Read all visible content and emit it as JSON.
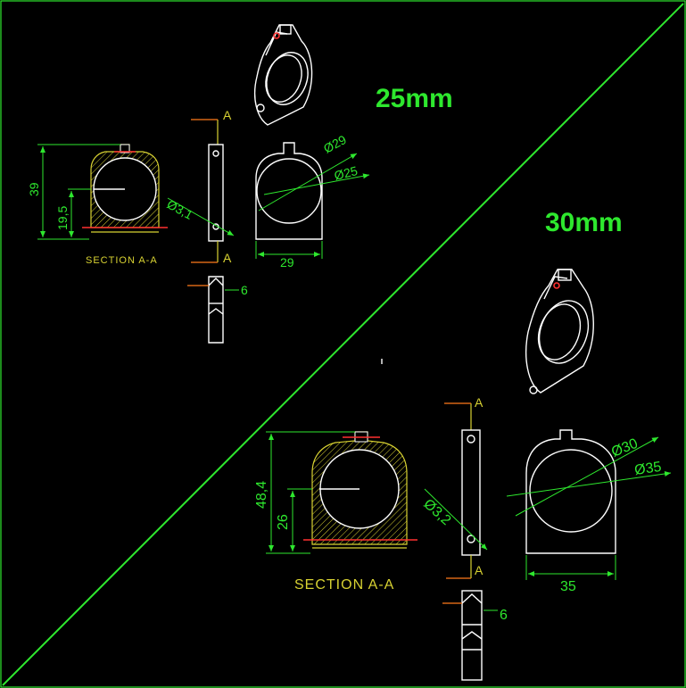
{
  "titles": {
    "small": "25mm",
    "large": "30mm"
  },
  "small": {
    "height_total": "39",
    "height_center": "19,5",
    "width": "29",
    "thickness": "6",
    "hole": "Ø3,1",
    "outer_diameter": "Ø29",
    "inner_diameter": "Ø25",
    "section_label": "SECTION A-A",
    "cut_label_top": "A",
    "cut_label_bottom": "A"
  },
  "large": {
    "height_total": "48,4",
    "height_center": "26",
    "width": "35",
    "thickness": "6",
    "hole": "Ø3,2",
    "outer_diameter": "Ø30",
    "inner_diameter": "Ø35",
    "section_label": "SECTION A-A",
    "cut_label_top": "A",
    "cut_label_bottom": "A"
  },
  "colors": {
    "background": "#000000",
    "dimension": "#2ee82e",
    "outline": "#ffffff",
    "hatch": "#d8d232",
    "centerline": "#ff3030"
  }
}
